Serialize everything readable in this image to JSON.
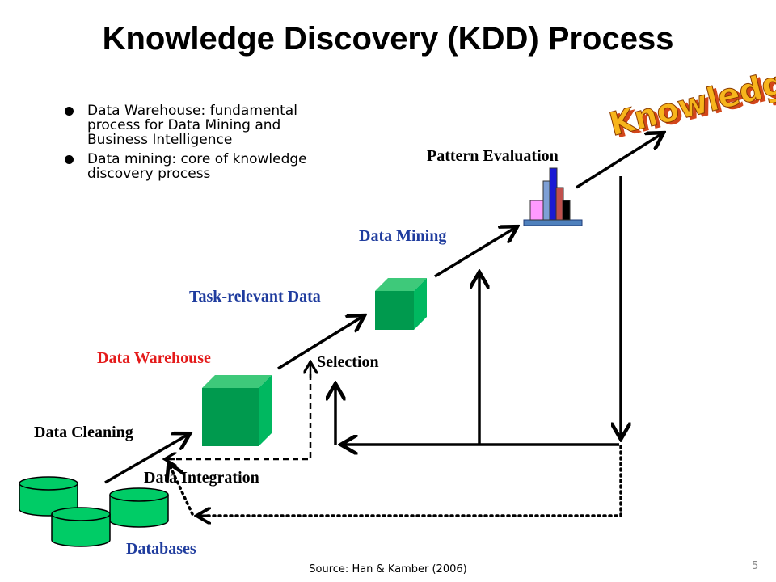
{
  "title": "Knowledge Discovery (KDD) Process",
  "bullets": [
    {
      "text": "Data Warehouse: fundamental process for Data Mining and Business Intelligence"
    },
    {
      "text": "Data mining: core of knowledge discovery process"
    }
  ],
  "labels": {
    "knowledge": "Knowledge",
    "pattern_evaluation": "Pattern Evaluation",
    "data_mining": "Data Mining",
    "task_relevant_data": "Task-relevant Data",
    "data_warehouse": "Data Warehouse",
    "selection": "Selection",
    "data_cleaning": "Data Cleaning",
    "data_integration": "Data Integration",
    "databases": "Databases"
  },
  "source": "Source: Han & Kamber (2006)",
  "page_number": "5",
  "colors": {
    "cube_front": "#009a4e",
    "cube_top": "#3ec97a",
    "cube_side": "#00b860",
    "db_fill": "#00cc66",
    "label_red": "#e41b1b",
    "label_blue": "#1f3c9e",
    "knowledge_fill": "#f7b51c",
    "knowledge_shadow": "#d2461a"
  }
}
